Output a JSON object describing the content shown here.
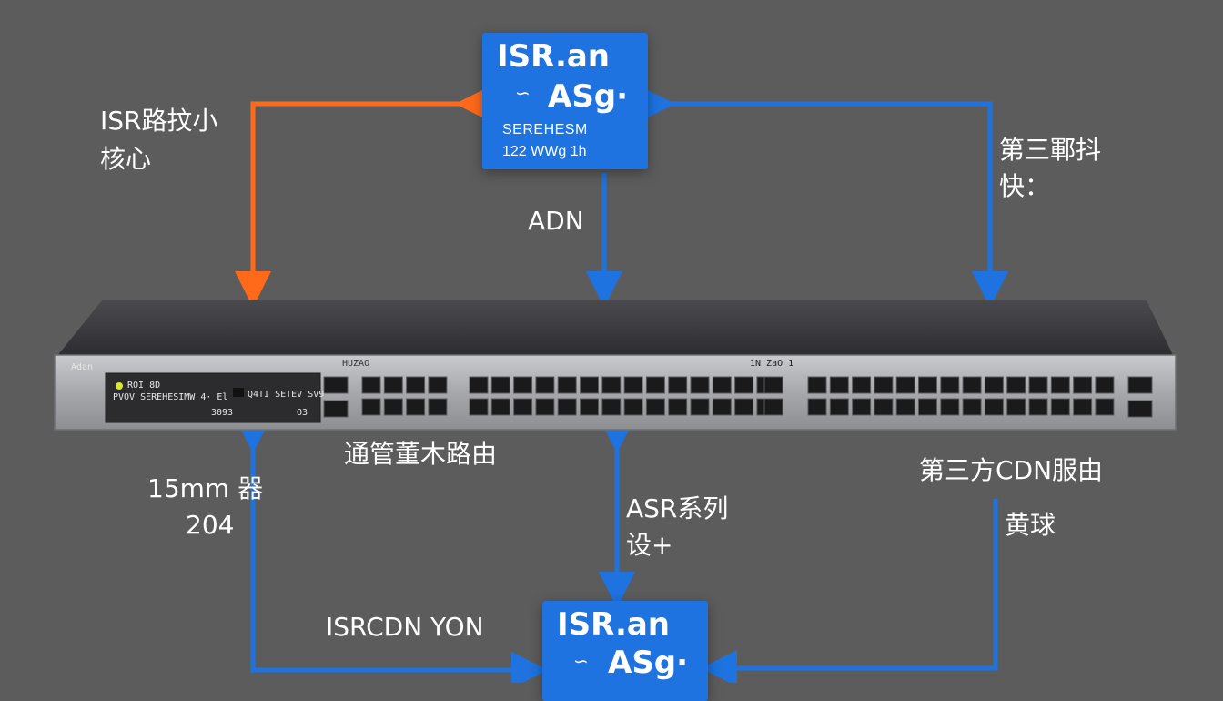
{
  "colors": {
    "background": "#5c5c5c",
    "orange_arrow": "#ff6a1a",
    "blue_arrow": "#1e73e0",
    "card": "#1e73e0"
  },
  "top_card": {
    "title": "ISR.an",
    "subtitle": "ASg·",
    "line1": "SEREHESM",
    "line2": "122 WWg 1h"
  },
  "bottom_card": {
    "title": "ISR.an",
    "subtitle": "ASg·"
  },
  "labels": {
    "left_top_line1": "ISR路抆小",
    "left_top_line2": "核心",
    "center_top": "ADN",
    "right_top_line1": "第三鄆抖",
    "right_top_line2": "快：",
    "center_below_switch": "通管董木路由",
    "left_bottom_line1": "15mm 器",
    "left_bottom_line2": "204",
    "center_bottom_line1": "ASR系列",
    "center_bottom_line2": "设+",
    "right_bottom_line1": "第三方CDN服由",
    "right_bottom_line2": "黄球",
    "bottom_left": "ISRCDN YON"
  },
  "switch": {
    "brand": "Adan",
    "panel_line1": "ROI 8D",
    "panel_line2": "PVOV SEREHESIMW 4· El",
    "panel_code": "3093",
    "panel_model": "Q4TI SETEV SV9",
    "panel_id": "O3",
    "top_label": "HUZAO",
    "right_label": "1N ZaO 1"
  },
  "icons": [
    "power-led-icon",
    "rj45-port-icon",
    "sfp-port-icon",
    "arrow-icon"
  ]
}
